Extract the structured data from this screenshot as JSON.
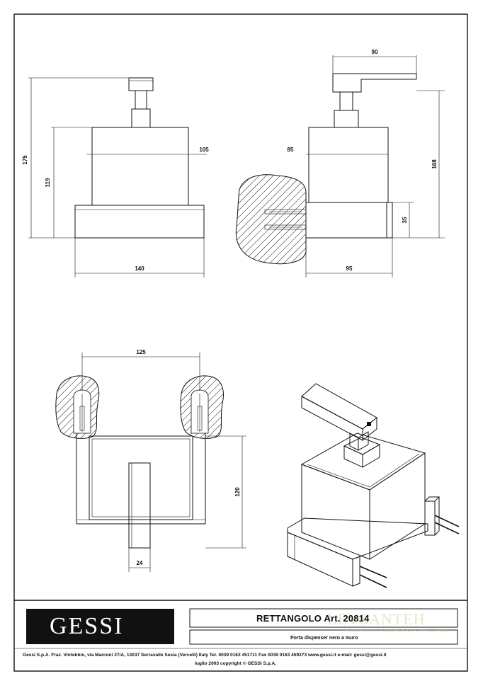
{
  "dimensions": {
    "front_height_total": "175",
    "front_height_body": "119",
    "front_top_width": "105",
    "front_base_width": "140",
    "side_projection": "90",
    "side_offset": "85",
    "side_height_total": "168",
    "side_base_height": "35",
    "side_base_depth": "95",
    "bottom_span": "125",
    "bottom_depth": "120",
    "bottom_lever_width": "24"
  },
  "title_block": {
    "logo": "GESSI",
    "product_title": "RETTANGOLO  Art. 20814",
    "description": "Porta dispenser nero a muro",
    "company": "Gessi S.p.A. Fraz. Vintebbio, via Marconi 27/A, 13037 Serravalle Sesia (Vercelli) Italy Tel. 0039 0163 451711 Fax 0039 0163 459273 www.gessi.it  e-mail: gessi@gessi.it",
    "date": "luglio 2003 copyright © GESSI S.p.A.",
    "watermark": "LEVSANTEH",
    "watermark_sub": "ЭЛИТНАЯ ИТАЛЬЯНСКАЯ САНТЕХНИКА"
  }
}
